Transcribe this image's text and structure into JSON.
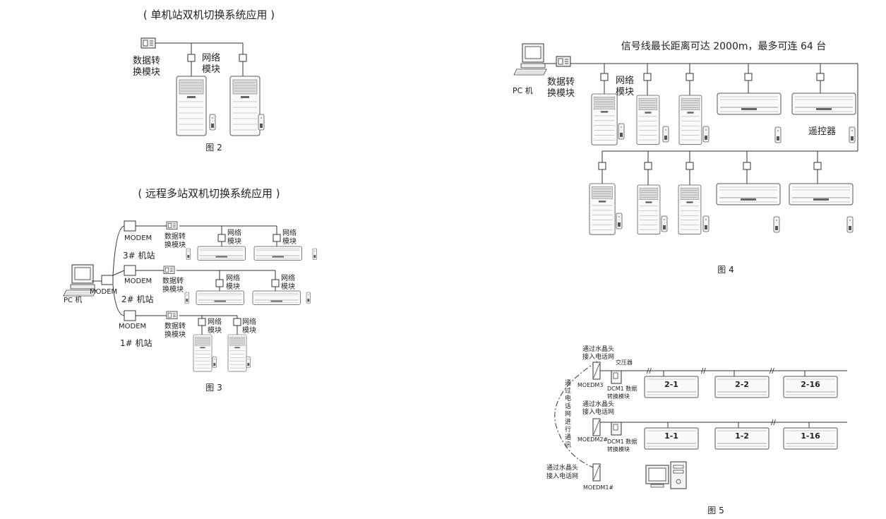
{
  "fig2": {
    "title": "( 单机站双机切换系统应用 )",
    "converter_line1": "数据转",
    "converter_line2": "换模块",
    "network_line1": "网络",
    "network_line2": "模块",
    "caption": "图 2"
  },
  "fig3": {
    "title": "( 远程多站双机切换系统应用 )",
    "pc_label": "PC 机",
    "modem_label": "MODEM",
    "converter_line1": "数据转",
    "converter_line2": "换模块",
    "network_line1": "网络",
    "network_line2": "模块",
    "station3": "3# 机站",
    "station2": "2# 机站",
    "station1": "1# 机站",
    "caption": "图 3"
  },
  "fig4": {
    "signal_note": "信号线最长距离可达 2000m，最多可连 64 台",
    "pc_label": "PC 机",
    "converter_line1": "数据转",
    "converter_line2": "换模块",
    "network_line1": "网络",
    "network_line2": "模块",
    "remote_label": "遥控器",
    "caption": "图 4"
  },
  "fig5": {
    "phone_line1": "通过水晶头",
    "phone_line2": "接入电话网",
    "transformer": "交压器",
    "modem3": "MOEDM3",
    "modem2": "MOEDM2#",
    "modem1": "MOEDM1#",
    "dcm_line1": "DCM1 数据",
    "dcm_line2": "转换模块",
    "vertical_note": "通过电话网进行通讯",
    "units_row2": [
      "2-1",
      "2-2",
      "2-16"
    ],
    "units_row1": [
      "1-1",
      "1-2",
      "1-16"
    ],
    "caption": "图 5"
  }
}
